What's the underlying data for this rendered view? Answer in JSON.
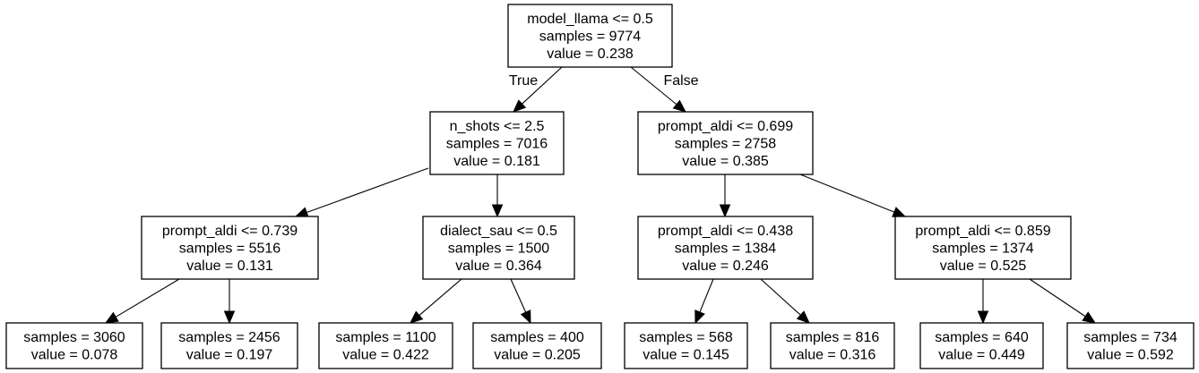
{
  "tree": {
    "nodes": [
      {
        "id": "root",
        "lines": [
          "model_llama <= 0.5",
          "samples = 9774",
          "value = 0.238"
        ]
      },
      {
        "id": "n1",
        "lines": [
          "n_shots <= 2.5",
          "samples = 7016",
          "value = 0.181"
        ]
      },
      {
        "id": "n2",
        "lines": [
          "prompt_aldi <= 0.699",
          "samples = 2758",
          "value = 0.385"
        ]
      },
      {
        "id": "n3",
        "lines": [
          "prompt_aldi <= 0.739",
          "samples = 5516",
          "value = 0.131"
        ]
      },
      {
        "id": "n4",
        "lines": [
          "dialect_sau <= 0.5",
          "samples = 1500",
          "value = 0.364"
        ]
      },
      {
        "id": "n5",
        "lines": [
          "prompt_aldi <= 0.438",
          "samples = 1384",
          "value = 0.246"
        ]
      },
      {
        "id": "n6",
        "lines": [
          "prompt_aldi <= 0.859",
          "samples = 1374",
          "value = 0.525"
        ]
      },
      {
        "id": "l1",
        "lines": [
          "samples = 3060",
          "value = 0.078"
        ]
      },
      {
        "id": "l2",
        "lines": [
          "samples = 2456",
          "value = 0.197"
        ]
      },
      {
        "id": "l3",
        "lines": [
          "samples = 1100",
          "value = 0.422"
        ]
      },
      {
        "id": "l4",
        "lines": [
          "samples = 400",
          "value = 0.205"
        ]
      },
      {
        "id": "l5",
        "lines": [
          "samples = 568",
          "value = 0.145"
        ]
      },
      {
        "id": "l6",
        "lines": [
          "samples = 816",
          "value = 0.316"
        ]
      },
      {
        "id": "l7",
        "lines": [
          "samples = 640",
          "value = 0.449"
        ]
      },
      {
        "id": "l8",
        "lines": [
          "samples = 734",
          "value = 0.592"
        ]
      }
    ],
    "edges": [
      {
        "from": "root",
        "to": "n1",
        "label": "True"
      },
      {
        "from": "root",
        "to": "n2",
        "label": "False"
      },
      {
        "from": "n1",
        "to": "n3",
        "label": ""
      },
      {
        "from": "n1",
        "to": "n4",
        "label": ""
      },
      {
        "from": "n2",
        "to": "n5",
        "label": ""
      },
      {
        "from": "n2",
        "to": "n6",
        "label": ""
      },
      {
        "from": "n3",
        "to": "l1",
        "label": ""
      },
      {
        "from": "n3",
        "to": "l2",
        "label": ""
      },
      {
        "from": "n4",
        "to": "l3",
        "label": ""
      },
      {
        "from": "n4",
        "to": "l4",
        "label": ""
      },
      {
        "from": "n5",
        "to": "l5",
        "label": ""
      },
      {
        "from": "n5",
        "to": "l6",
        "label": ""
      },
      {
        "from": "n6",
        "to": "l7",
        "label": ""
      },
      {
        "from": "n6",
        "to": "l8",
        "label": ""
      }
    ]
  }
}
